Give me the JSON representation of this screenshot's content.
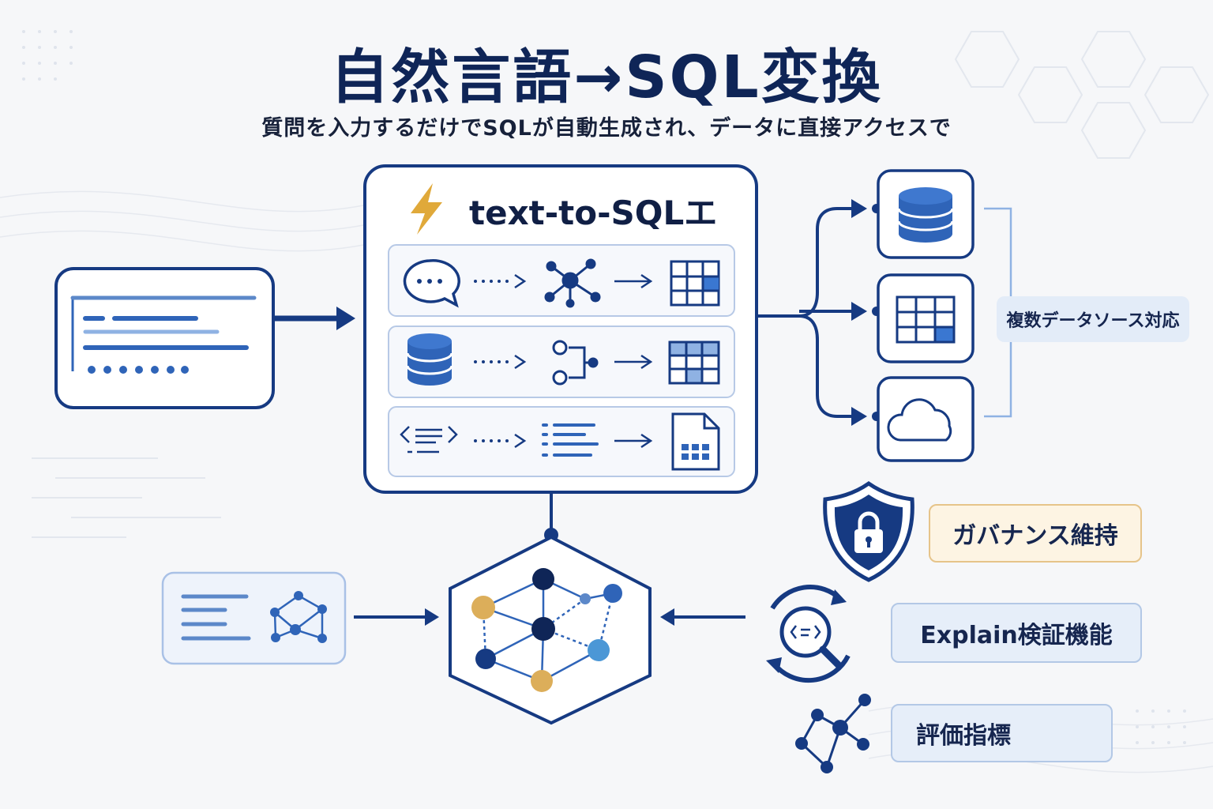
{
  "header": {
    "title": "自然言語→SQL変換",
    "subtitle": "質問を入力するだけでSQLが自動生成され、データに直接アクセスで"
  },
  "engine": {
    "title": "text-to-SQLエ",
    "icon": "lightning-icon"
  },
  "labels": {
    "multi_source": "複数データソース対応",
    "governance": "ガバナンス維持",
    "explain": "Explain検証機能",
    "evaluation": "評価指標"
  },
  "colors": {
    "navy": "#163a82",
    "dark_navy": "#0f2557",
    "blue": "#2f64b8",
    "light_blue": "#8fb2e3",
    "gold": "#e0a93a",
    "gold_node": "#dcae5a"
  }
}
